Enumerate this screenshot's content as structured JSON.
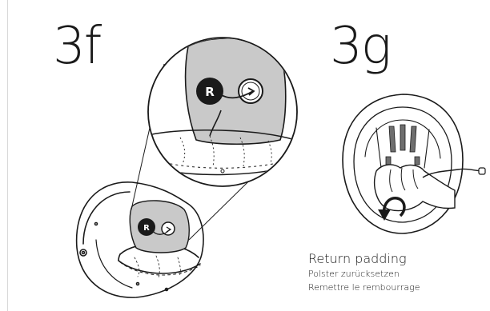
{
  "steps": {
    "left_label": "3f",
    "right_label": "3g"
  },
  "callouts": {
    "r_badge_large": "R",
    "r_badge_small": "R"
  },
  "caption": {
    "english": "Return padding",
    "german": "Polster zurücksetzen",
    "french": "Remettre le rembourrage"
  },
  "icons": [
    "helmet-illustration",
    "magnifier-callout",
    "r-button-icon",
    "arrow-icon",
    "hand-illustration",
    "rotate-arrow-icon",
    "cord-icon"
  ],
  "colors": {
    "line": "#1a1a1a",
    "pad_grey": "#c9c9c9",
    "badge": "#1a1a1a"
  }
}
